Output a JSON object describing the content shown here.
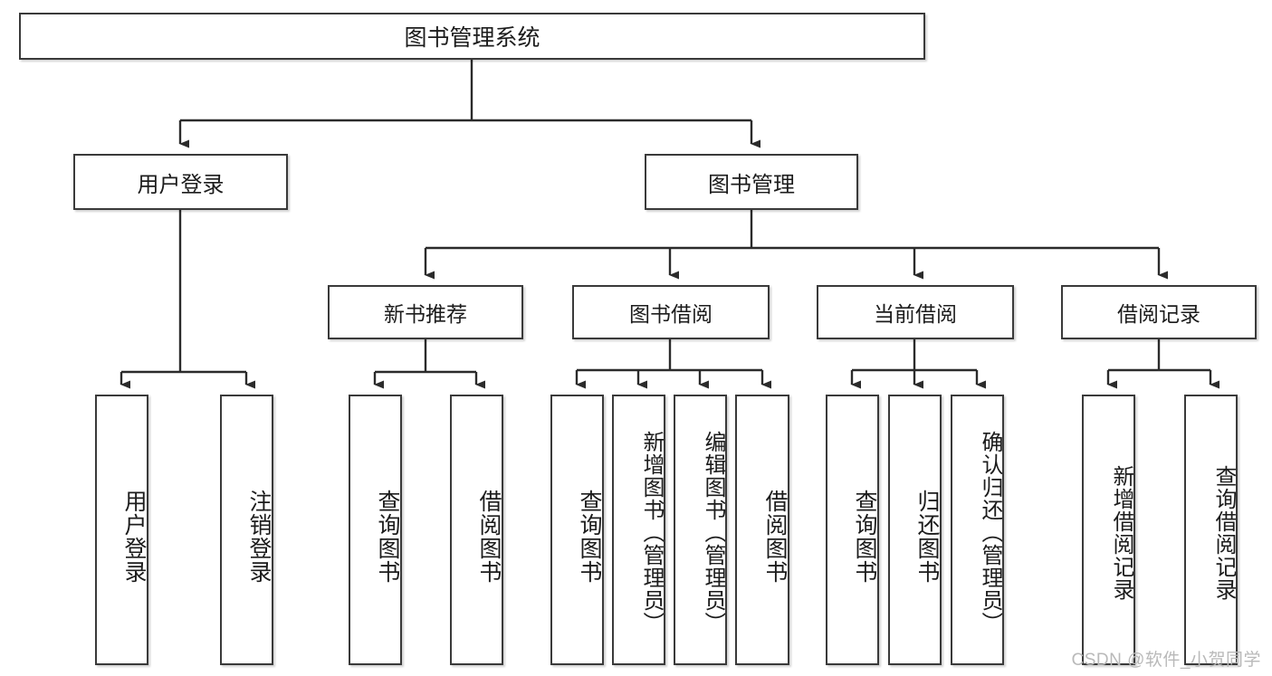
{
  "diagram": {
    "type": "tree",
    "title": "图书管理系统",
    "root": {
      "label": "图书管理系统"
    },
    "level2": [
      {
        "label": "用户登录"
      },
      {
        "label": "图书管理"
      }
    ],
    "level3": [
      {
        "label": "新书推荐"
      },
      {
        "label": "图书借阅"
      },
      {
        "label": "当前借阅"
      },
      {
        "label": "借阅记录"
      }
    ],
    "leaves": {
      "user_login": [
        {
          "label": "用户登录"
        },
        {
          "label": "注销登录"
        }
      ],
      "new_book_recommend": [
        {
          "label": "查询图书"
        },
        {
          "label": "借阅图书"
        }
      ],
      "book_borrow": [
        {
          "label": "查询图书"
        },
        {
          "label": "新增图书（管理员）"
        },
        {
          "label": "编辑图书（管理员）"
        },
        {
          "label": "借阅图书"
        }
      ],
      "current_borrow": [
        {
          "label": "查询图书"
        },
        {
          "label": "归还图书"
        },
        {
          "label": "确认归还（管理员）"
        }
      ],
      "borrow_record": [
        {
          "label": "新增借阅记录"
        },
        {
          "label": "查询借阅记录"
        }
      ]
    }
  },
  "watermark": {
    "text": "CSDN @软件_小贺同学"
  },
  "colors": {
    "border": "#3a3a3a",
    "text": "#1c1c1c",
    "background": "#ffffff",
    "connector": "#2b2b2b",
    "watermark": "#b9b9b9"
  }
}
